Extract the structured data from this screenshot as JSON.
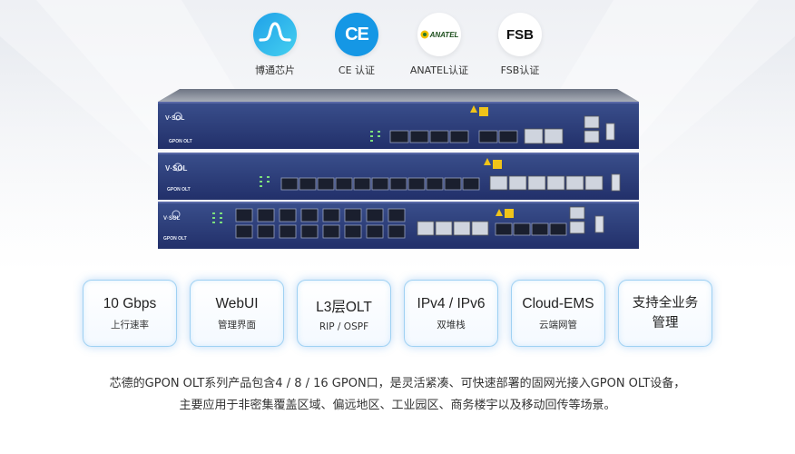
{
  "certifications": [
    {
      "icon": "bosch-chip-logo-icon",
      "label": "博通芯片"
    },
    {
      "icon": "ce-mark-icon",
      "label": "CE 认证",
      "mark": "CE"
    },
    {
      "icon": "anatel-logo-icon",
      "label": "ANATEL认证",
      "mark": "ANATEL"
    },
    {
      "icon": "fsb-logo-icon",
      "label": "FSB认证",
      "mark": "FSB"
    }
  ],
  "devices": [
    {
      "brand": "V·SOL",
      "model": "GPON OLT"
    },
    {
      "brand": "V·SOL",
      "model": "GPON OLT"
    },
    {
      "brand": "V·SOL",
      "model": "GPON OLT"
    }
  ],
  "features": [
    {
      "title": "10 Gbps",
      "subtitle": "上行速率"
    },
    {
      "title": "WebUI",
      "subtitle": "管理界面"
    },
    {
      "title": "L3层OLT",
      "subtitle": "RIP / OSPF"
    },
    {
      "title": "IPv4 / IPv6",
      "subtitle": "双堆栈"
    },
    {
      "title": "Cloud-EMS",
      "subtitle": "云端网管"
    },
    {
      "title": "支持全业务",
      "subtitle": "管理"
    }
  ],
  "description": {
    "line1": "芯德的GPON OLT系列产品包含4 / 8 / 16 GPON口，是灵活紧凑、可快速部署的固网光接入GPON  OLT设备，",
    "line2": "主要应用于非密集覆盖区域、偏远地区、工业园区、商务楼宇以及移动回传等场景。"
  },
  "colors": {
    "chassis": "#2c3e7a",
    "card_border": "#9fd1f3",
    "chip_gradient_start": "#1fa0e8",
    "chip_gradient_end": "#45d0f0",
    "ce_blue": "#1597e5"
  }
}
